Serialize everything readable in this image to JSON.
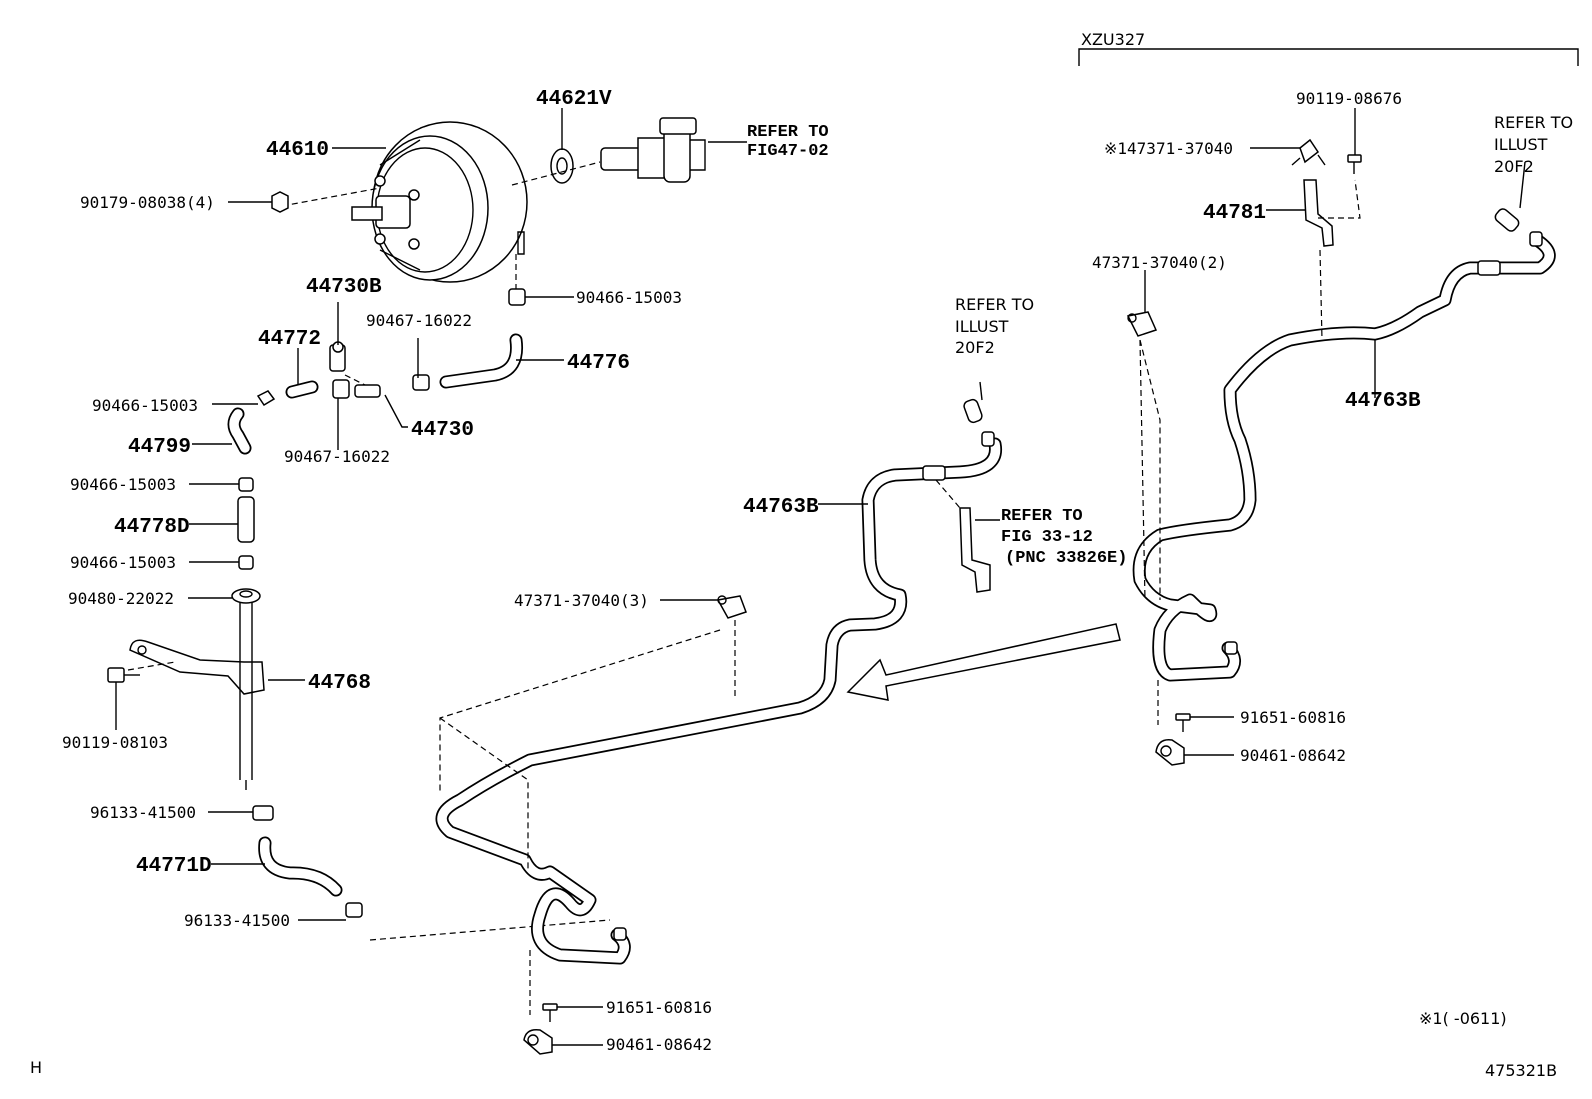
{
  "header": {
    "model_code": "XZU327"
  },
  "labels": {
    "l44621v": "44621V",
    "l44610": "44610",
    "l90179": "90179-08038(4)",
    "refer_fig47_a": "REFER TO",
    "refer_fig47_b": "FIG47-02",
    "l90466_top": "90466-15003",
    "l44730b": "44730B",
    "l90467_a": "90467-16022",
    "l44772": "44772",
    "l44776": "44776",
    "l90466_b": "90466-15003",
    "l44730": "44730",
    "l44799": "44799",
    "l90467_b": "90467-16022",
    "l90466_c": "90466-15003",
    "l44778d": "44778D",
    "l90466_d": "90466-15003",
    "l90480": "90480-22022",
    "l44768": "44768",
    "l90119_a": "90119-08103",
    "l96133_a": "96133-41500",
    "l44771d": "44771D",
    "l96133_b": "96133-41500",
    "l91651_a": "91651-60816",
    "l90461_a": "90461-08642",
    "l47371_3": "47371-37040(3)",
    "l44763b_a": "44763B",
    "refer_20f2_a1": "REFER TO",
    "refer_20f2_a2": "ILLUST",
    "refer_20f2_a3": "20F2",
    "refer_fig33_a": "REFER TO",
    "refer_fig33_b": "FIG 33-12",
    "refer_fig33_c": "(PNC 33826E)",
    "l90119_b": "90119-08676",
    "l147371": "※147371-37040",
    "l44781": "44781",
    "l47371_2": "47371-37040(2)",
    "refer_20f2_b1": "REFER TO",
    "refer_20f2_b2": "ILLUST",
    "refer_20f2_b3": "20F2",
    "l44763b_b": "44763B",
    "l91651_b": "91651-60816",
    "l90461_b": "90461-08642"
  },
  "footer": {
    "note": "※1(     -0611)",
    "left_mark": "H",
    "figure_id": "475321B"
  }
}
